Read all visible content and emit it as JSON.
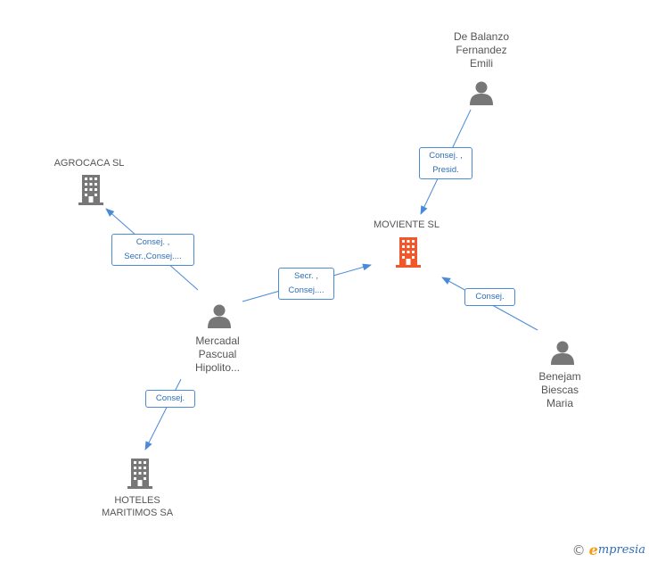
{
  "nodes": {
    "de_balanzo": {
      "label": "De Balanzo\nFernandez\nEmili",
      "icon": "person-icon"
    },
    "agrocaca": {
      "label": "AGROCACA SL",
      "icon": "building-icon"
    },
    "moviente": {
      "label": "MOVIENTE SL",
      "icon": "building-icon",
      "color": "#f0582c"
    },
    "mercadal": {
      "label": "Mercadal\nPascual\nHipolito...",
      "icon": "person-icon"
    },
    "benejam": {
      "label": "Benejam\nBiescas\nMaria",
      "icon": "person-icon"
    },
    "hoteles": {
      "label": "HOTELES\nMARITIMOS SA",
      "icon": "building-icon"
    }
  },
  "edges": {
    "balanzo_moviente": "Consej. ,\nPresid.",
    "mercadal_agrocaca": "Consej. ,\nSecr.,Consej....",
    "mercadal_moviente": "Secr. ,\nConsej....",
    "benejam_moviente": "Consej.",
    "mercadal_hoteles": "Consej."
  },
  "colors": {
    "edge": "#4a8ad8",
    "icon": "#777777",
    "highlight": "#f0582c"
  },
  "footer": {
    "copyright": "©",
    "brand_e": "e",
    "brand_rest": "mpresia"
  }
}
